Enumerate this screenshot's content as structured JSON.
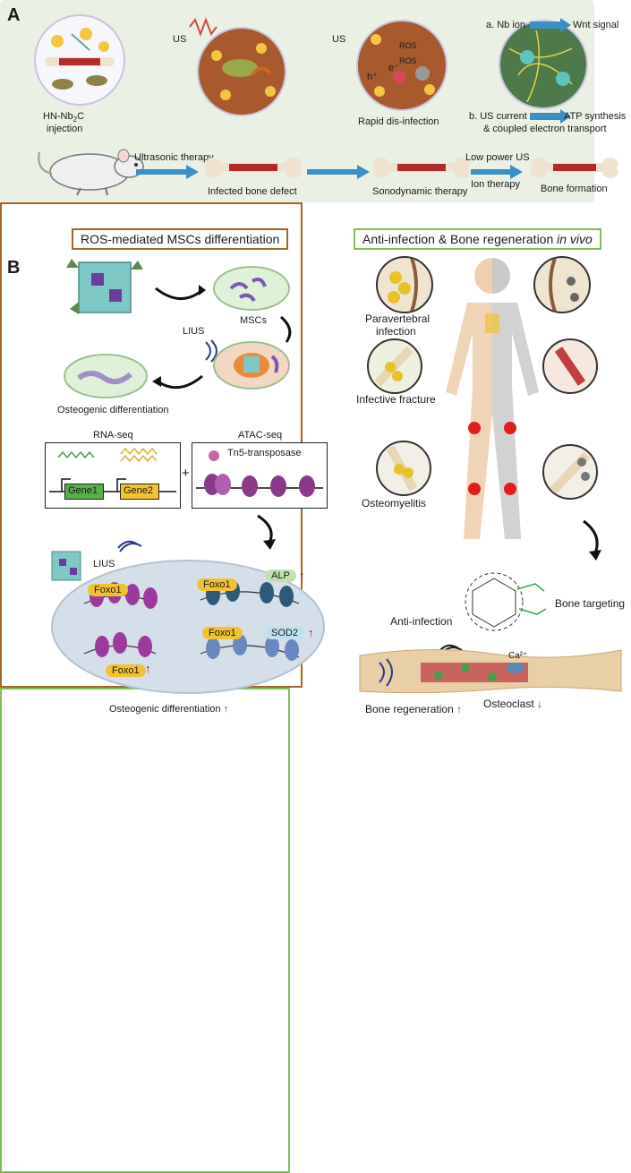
{
  "panel_a": {
    "letter": "A",
    "us_label_1": "US",
    "us_label_2": "US",
    "injection_line1": "HN-Nb",
    "injection_sub": "2",
    "injection_line2": "C",
    "injection_line3": "injection",
    "ultrasonic_therapy": "Ultrasonic therapy",
    "infected_bone_defect": "Infected bone defect",
    "rapid_disinfection": "Rapid dis-infection",
    "sonodynamic_therapy": "Sonodynamic therapy",
    "low_power_us": "Low power US",
    "ion_therapy": "Ion therapy",
    "bone_formation": "Bone formation",
    "nb_ion": "a. Nb ion",
    "wnt_signal": "Wnt signal",
    "us_current": "b. US current",
    "atp_synthesis": "ATP synthesis",
    "coupled_electron": "& coupled electron transport",
    "ros_1": "ROS",
    "ros_2": "ROS",
    "h_plus": "h⁺",
    "e_minus": "e⁻"
  },
  "panel_b": {
    "letter": "B",
    "left_title": "ROS-mediated MSCs differentiation",
    "right_title_main": "Anti-infection & Bone regeneration ",
    "right_title_italic": "in vivo",
    "mscs": "MSCs",
    "lius_1": "LIUS",
    "lius_2": "LIUS",
    "osteogenic_diff": "Osteogenic differentiation",
    "rna_seq": "RNA-seq",
    "atac_seq": "ATAC-seq",
    "tn5": "Tn5-transposase",
    "gene1": "Gene1",
    "gene2": "Gene2",
    "plus": "+",
    "foxo1_a": "Foxo1",
    "foxo1_b": "Foxo1",
    "foxo1_c": "Foxo1",
    "foxo1_d": "Foxo1",
    "alp": "ALP",
    "sod2": "SOD2",
    "osteogenic_diff_bottom": "Osteogenic differentiation",
    "paravertebral_1": "Paravertebral",
    "paravertebral_2": "infection",
    "infective_fracture": "Infective fracture",
    "osteomyelitis": "Osteomyelitis",
    "bone_targeting": "Bone targeting",
    "anti_infection": "Anti-infection",
    "ca2": "Ca²⁺",
    "bone_regeneration": "Bone regeneration",
    "osteoclast": "Osteoclast",
    "up_arrow": "↑",
    "down_arrow": "↓"
  },
  "colors": {
    "panel_a_bg": "#eaf0e3",
    "left_border": "#a4652a",
    "right_border": "#7cbf5a",
    "arrow_blue": "#3b8fc4",
    "foxo_yellow": "#f2c232",
    "up_red": "#a11c1c"
  }
}
